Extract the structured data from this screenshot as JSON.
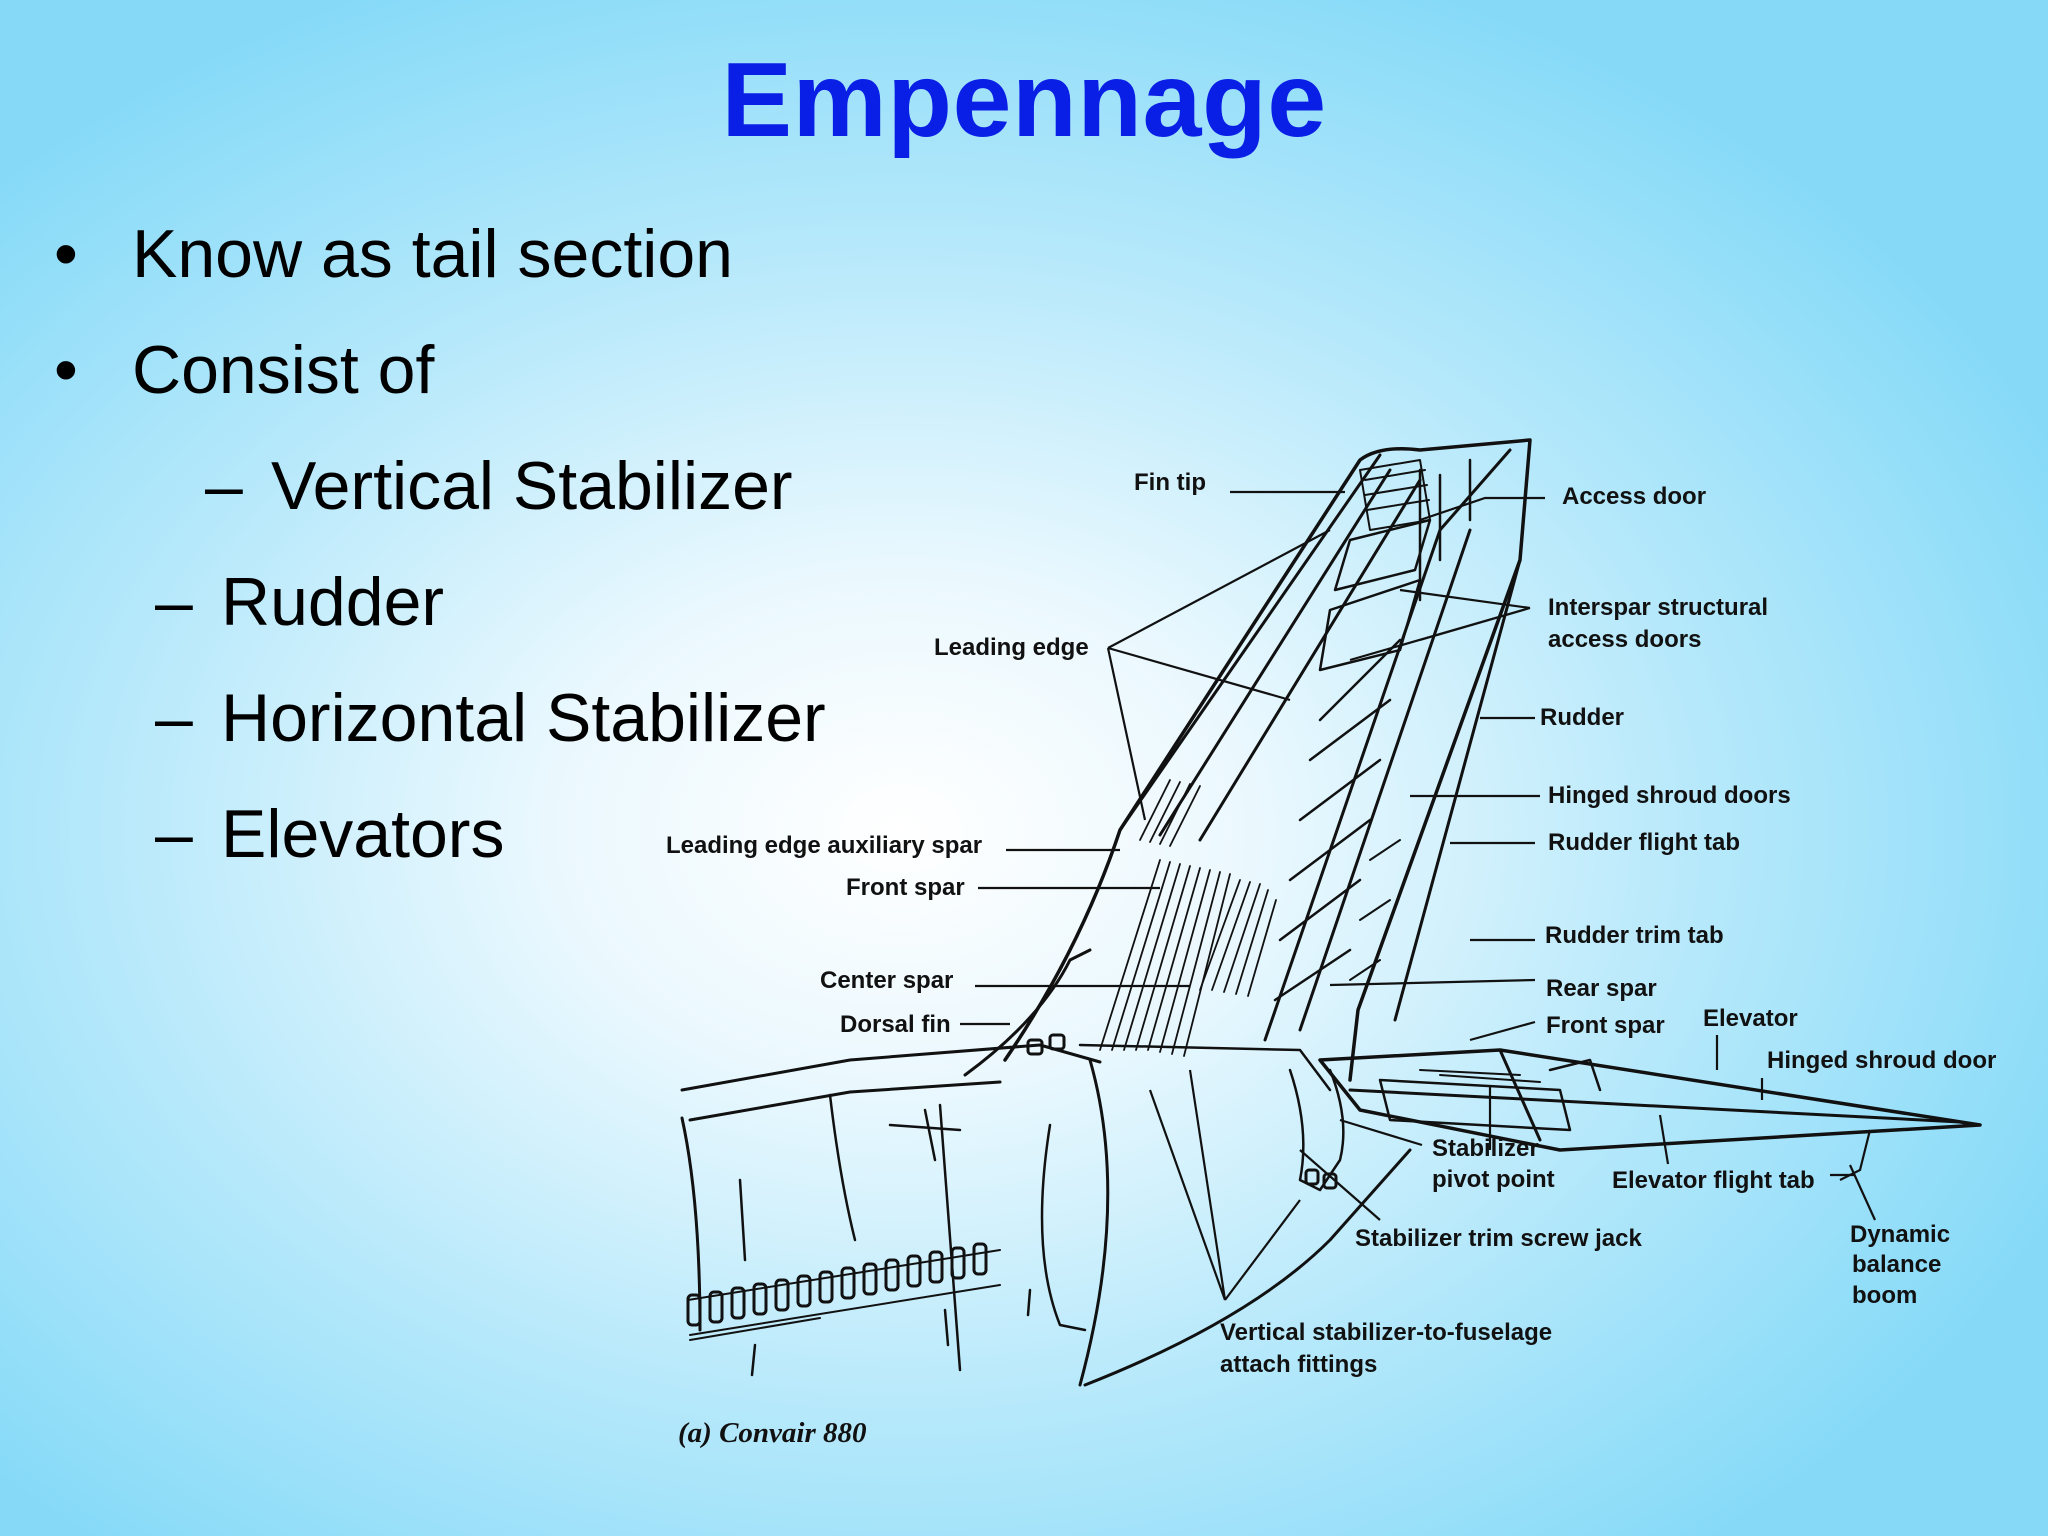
{
  "slide": {
    "title": "Empennage",
    "bullets": [
      {
        "marker": "•",
        "text": "Know as tail section"
      },
      {
        "marker": "•",
        "text": "Consist of"
      }
    ],
    "subitems": [
      {
        "marker": "–",
        "text": "Vertical Stabilizer"
      },
      {
        "marker": "–",
        "text": "Rudder"
      },
      {
        "marker": "–",
        "text": "Horizontal Stabilizer"
      },
      {
        "marker": "–",
        "text": "Elevators"
      }
    ]
  },
  "diagram": {
    "caption": "(a)  Convair 880",
    "labels": {
      "fin_tip": "Fin tip",
      "access_door": "Access door",
      "interspar_1": "Interspar structural",
      "interspar_2": "access doors",
      "leading_edge": "Leading edge",
      "rudder": "Rudder",
      "hinged_shroud_doors": "Hinged shroud doors",
      "rudder_flight_tab": "Rudder flight tab",
      "le_aux_spar": "Leading edge auxiliary spar",
      "front_spar": "Front spar",
      "rudder_trim_tab": "Rudder trim tab",
      "center_spar": "Center spar",
      "rear_spar": "Rear spar",
      "front_spar_2": "Front spar",
      "elevator": "Elevator",
      "dorsal_fin": "Dorsal fin",
      "hinged_shroud_door": "Hinged shroud door",
      "stab_pivot_1": "Stabilizer",
      "stab_pivot_2": "pivot point",
      "elevator_flight_tab": "Elevator flight tab",
      "stab_trim_jack": "Stabilizer trim screw jack",
      "dyn_1": "Dynamic",
      "dyn_2": "balance",
      "dyn_3": "boom",
      "attach_1": "Vertical stabilizer-to-fuselage",
      "attach_2": "attach fittings"
    }
  }
}
